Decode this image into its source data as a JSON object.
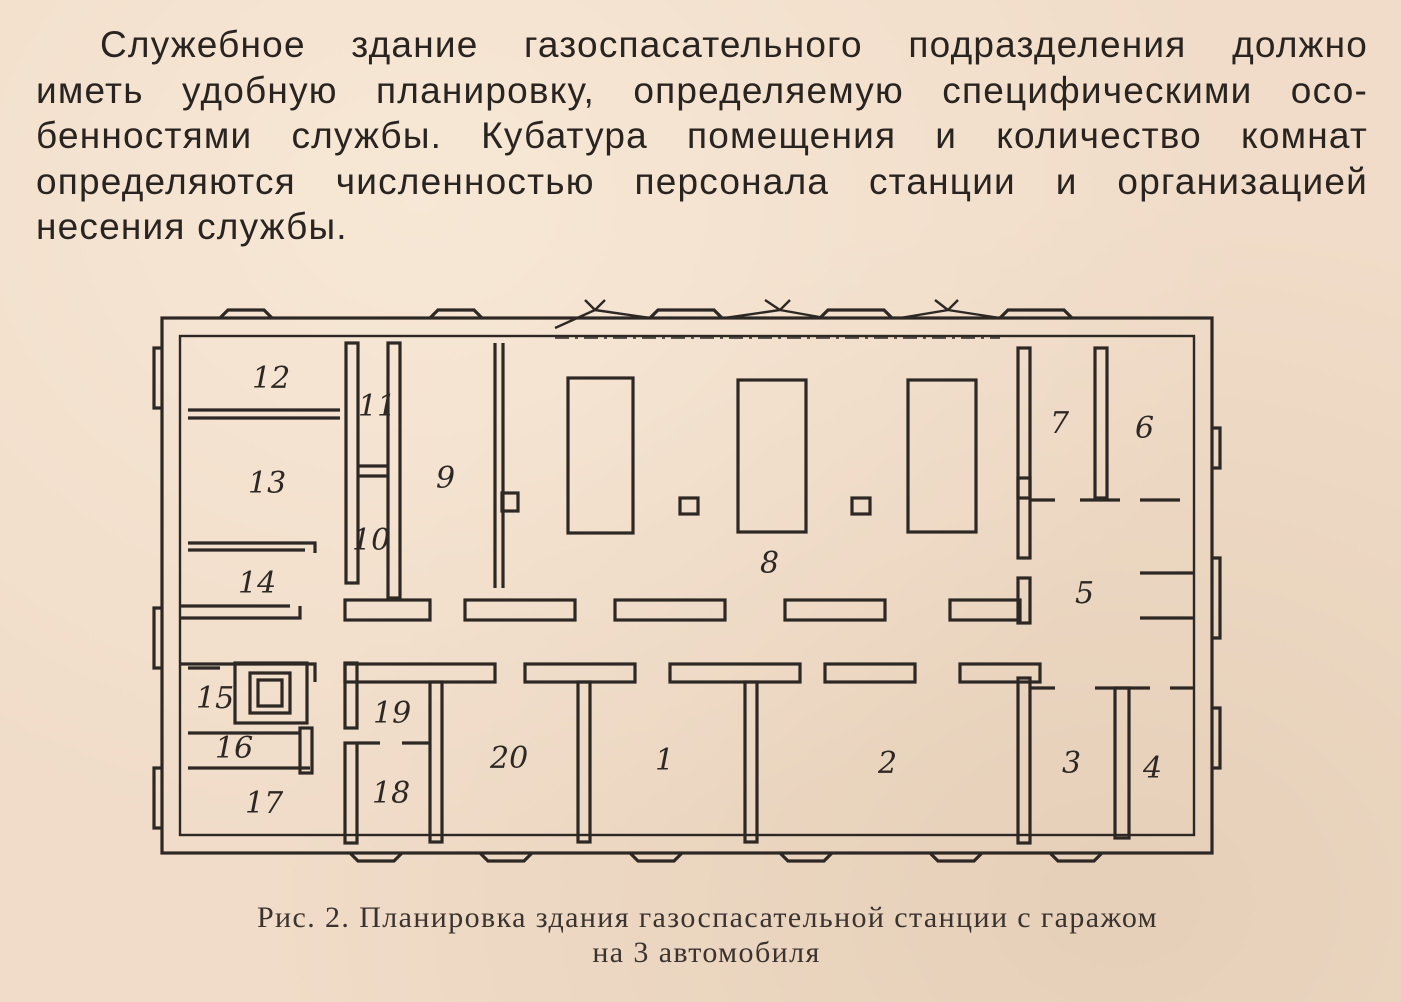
{
  "paragraph": {
    "lines": [
      "Служебное здание газоспасательного подразделения должно",
      "иметь удобную планировку, определяемую специфическими осо-",
      "бенностями службы. Кубатура помещения и количество комнат",
      "определяются численностью персонала станции и организацией",
      "несения службы."
    ]
  },
  "figure": {
    "caption_line1": "Рис. 2. Планировка здания газоспасательной станции с гаражом",
    "caption_line2": "на 3 автомобиля",
    "room_labels": [
      "12",
      "11",
      "13",
      "10",
      "9",
      "14",
      "8",
      "7",
      "6",
      "5",
      "15",
      "16",
      "19",
      "18",
      "17",
      "20",
      "1",
      "2",
      "3",
      "4"
    ],
    "colors": {
      "ink": "#2e2825",
      "paper": "#f0dcc8"
    }
  }
}
